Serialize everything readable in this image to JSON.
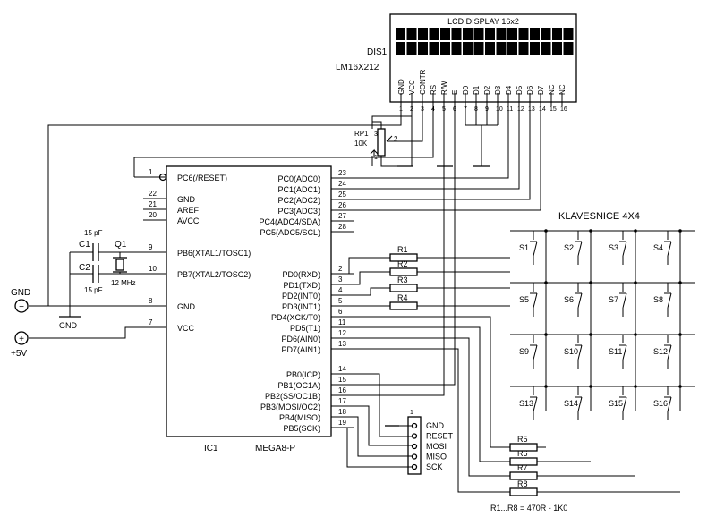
{
  "lcd": {
    "title": "LCD DISPLAY 16x2",
    "ref": "DIS1",
    "part": "LM16X212",
    "pin_names": [
      "GND",
      "VCC",
      "CONTR",
      "RS",
      "R/W",
      "E",
      "D0",
      "D1",
      "D2",
      "D3",
      "D4",
      "D5",
      "D6",
      "D7",
      "NC",
      "NC"
    ],
    "pin_numbers": [
      "1",
      "2",
      "3",
      "4",
      "5",
      "6",
      "7",
      "8",
      "9",
      "10",
      "11",
      "12",
      "13",
      "14",
      "15",
      "16"
    ]
  },
  "pot": {
    "ref": "RP1",
    "value": "10K",
    "pin_top": "3",
    "pin_wiper": "2",
    "pin_bottom": "1"
  },
  "mcu": {
    "ref": "IC1",
    "part": "MEGA8-P",
    "left_pins": [
      {
        "num": "1",
        "name": "PC6(/RESET)"
      },
      {
        "num": "22",
        "name": "GND"
      },
      {
        "num": "21",
        "name": "AREF"
      },
      {
        "num": "20",
        "name": "AVCC"
      },
      {
        "num": "9",
        "name": "PB6(XTAL1/TOSC1)"
      },
      {
        "num": "10",
        "name": "PB7(XTAL2/TOSC2)"
      },
      {
        "num": "8",
        "name": "GND"
      },
      {
        "num": "7",
        "name": "VCC"
      }
    ],
    "right_pins": [
      {
        "num": "23",
        "name": "PC0(ADC0)"
      },
      {
        "num": "24",
        "name": "PC1(ADC1)"
      },
      {
        "num": "25",
        "name": "PC2(ADC2)"
      },
      {
        "num": "26",
        "name": "PC3(ADC3)"
      },
      {
        "num": "27",
        "name": "PC4(ADC4/SDA)"
      },
      {
        "num": "28",
        "name": "PC5(ADC5/SCL)"
      },
      {
        "num": "2",
        "name": "PD0(RXD)"
      },
      {
        "num": "3",
        "name": "PD1(TXD)"
      },
      {
        "num": "4",
        "name": "PD2(INT0)"
      },
      {
        "num": "5",
        "name": "PD3(INT1)"
      },
      {
        "num": "6",
        "name": "PD4(XCK/T0)"
      },
      {
        "num": "11",
        "name": "PD5(T1)"
      },
      {
        "num": "12",
        "name": "PD6(AIN0)"
      },
      {
        "num": "13",
        "name": "PD7(AIN1)"
      },
      {
        "num": "14",
        "name": "PB0(ICP)"
      },
      {
        "num": "15",
        "name": "PB1(OC1A)"
      },
      {
        "num": "16",
        "name": "PB2(SS/OC1B)"
      },
      {
        "num": "17",
        "name": "PB3(MOSI/OC2)"
      },
      {
        "num": "18",
        "name": "PB4(MISO)"
      },
      {
        "num": "19",
        "name": "PB5(SCK)"
      }
    ]
  },
  "crystal": {
    "c1": "C1",
    "c2": "C2",
    "c1_value": "15 pF",
    "c2_value": "15 pF",
    "q": "Q1",
    "freq": "12 MHz"
  },
  "power": {
    "gnd_label": "GND",
    "gnd_symbol_label": "GND",
    "vcc_label": "+5V",
    "gnd_sign": "−",
    "vcc_sign": "+"
  },
  "isp": {
    "header_pin": "1",
    "pins": [
      "GND",
      "RESET",
      "MOSI",
      "MISO",
      "SCK"
    ]
  },
  "keypad": {
    "title": "KLAVESNICE 4X4",
    "switches": [
      "S1",
      "S2",
      "S3",
      "S4",
      "S5",
      "S6",
      "S7",
      "S8",
      "S9",
      "S10",
      "S11",
      "S12",
      "S13",
      "S14",
      "S15",
      "S16"
    ]
  },
  "resistors": {
    "row": [
      "R1",
      "R2",
      "R3",
      "R4"
    ],
    "col": [
      "R5",
      "R6",
      "R7",
      "R8"
    ],
    "note": "R1...R8 = 470R - 1K0"
  }
}
